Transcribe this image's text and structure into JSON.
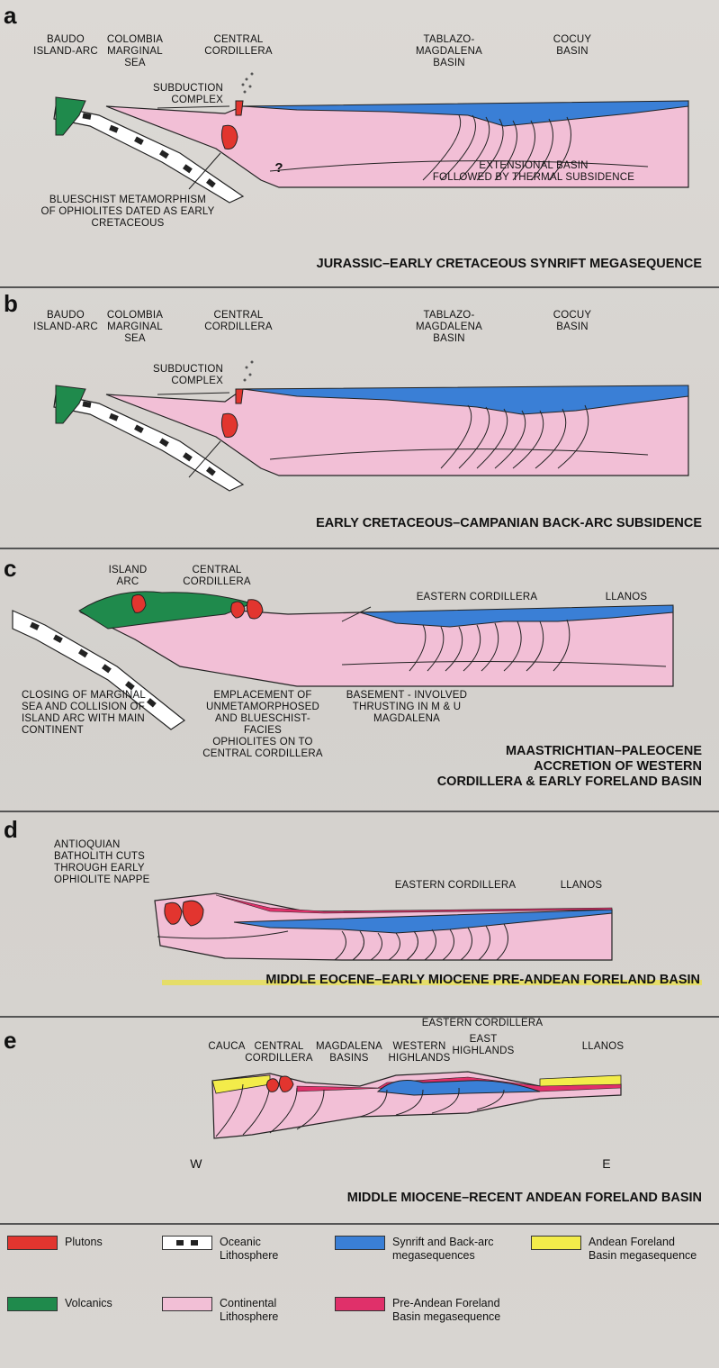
{
  "colors": {
    "continental": "#f2bfd6",
    "synrift": "#3a7fd6",
    "volcanics": "#1f8a4c",
    "plutons": "#e2352f",
    "andean": "#f3ec4a",
    "preandean": "#e0306a",
    "oceanic": "#ffffff"
  },
  "panels": [
    {
      "letter": "a",
      "labels": [
        "BAUDO\nISLAND-ARC",
        "COLOMBIA\nMARGINAL\nSEA",
        "CENTRAL\nCORDILLERA",
        "TABLAZO-\nMAGDALENA\nBASIN",
        "COCUY\nBASIN",
        "SUBDUCTION\nCOMPLEX",
        "?",
        "EXTENSIONAL BASIN\nFOLLOWED BY THERMAL SUBSIDENCE",
        "BLUESCHIST METAMORPHISM\nOF OPHIOLITES DATED AS EARLY\nCRETACEOUS"
      ],
      "title": "JURASSIC–EARLY CRETACEOUS SYNRIFT MEGASEQUENCE"
    },
    {
      "letter": "b",
      "labels": [
        "BAUDO\nISLAND-ARC",
        "COLOMBIA\nMARGINAL\nSEA",
        "CENTRAL\nCORDILLERA",
        "TABLAZO-\nMAGDALENA\nBASIN",
        "COCUY\nBASIN",
        "SUBDUCTION\nCOMPLEX"
      ],
      "title": "EARLY CRETACEOUS–CAMPANIAN BACK-ARC SUBSIDENCE"
    },
    {
      "letter": "c",
      "labels": [
        "ISLAND\nARC",
        "CENTRAL\nCORDILLERA",
        "EASTERN CORDILLERA",
        "LLANOS",
        "CLOSING OF MARGINAL\nSEA AND COLLISION OF\nISLAND ARC WITH MAIN\nCONTINENT",
        "EMPLACEMENT OF\nUNMETAMORPHOSED\nAND BLUESCHIST-FACIES\nOPHIOLITES ON TO\nCENTRAL CORDILLERA",
        "BASEMENT - INVOLVED\nTHRUSTING IN M & U\nMAGDALENA"
      ],
      "title": "MAASTRICHTIAN–PALEOCENE\nACCRETION OF WESTERN\nCORDILLERA & EARLY FORELAND BASIN"
    },
    {
      "letter": "d",
      "labels": [
        "ANTIOQUIAN\nBATHOLITH CUTS\nTHROUGH EARLY\nOPHIOLITE NAPPE",
        "EASTERN CORDILLERA",
        "LLANOS"
      ],
      "title": "MIDDLE EOCENE–EARLY MIOCENE PRE-ANDEAN FORELAND BASIN"
    },
    {
      "letter": "e",
      "labels": [
        "EASTERN CORDILLERA",
        "CAUCA",
        "CENTRAL\nCORDILLERA",
        "MAGDALENA\nBASINS",
        "WESTERN\nHIGHLANDS",
        "EAST\nHIGHLANDS",
        "LLANOS",
        "W",
        "E"
      ],
      "title": "MIDDLE MIOCENE–RECENT ANDEAN FORELAND BASIN"
    }
  ],
  "legend": [
    {
      "label": "Plutons",
      "swatch": "plutons"
    },
    {
      "label": "Oceanic\nLithosphere",
      "swatch": "oceanic"
    },
    {
      "label": "Synrift and Back-arc\nmegasequences",
      "swatch": "synrift"
    },
    {
      "label": "Andean Foreland\nBasin megasequence",
      "swatch": "andean"
    },
    {
      "label": "Volcanics",
      "swatch": "volcanics"
    },
    {
      "label": "Continental\nLithosphere",
      "swatch": "continental"
    },
    {
      "label": "Pre-Andean Foreland\nBasin megasequence",
      "swatch": "preandean"
    }
  ]
}
